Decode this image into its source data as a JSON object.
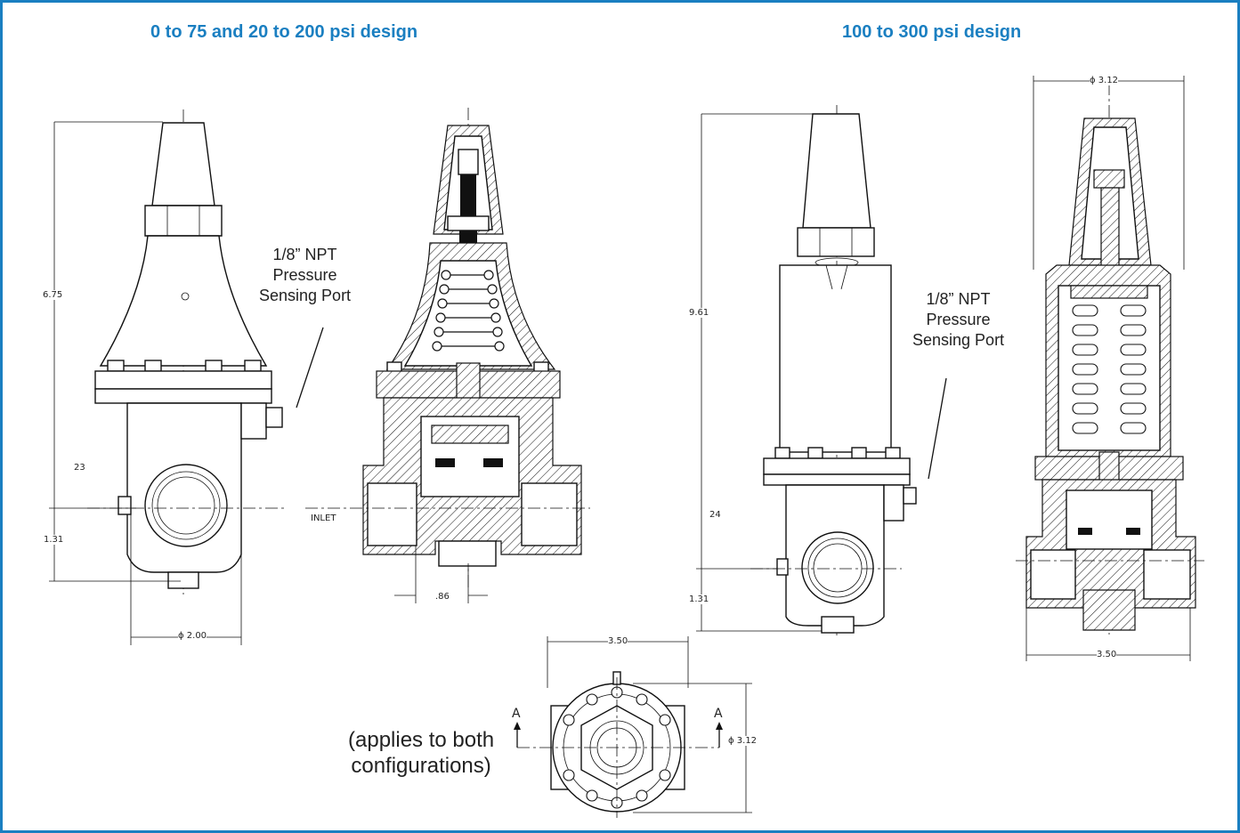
{
  "headings": {
    "left": "0 to 75 and 20 to 200 psi design",
    "right": "100 to 300 psi design"
  },
  "callouts": {
    "left_port": [
      "1/8” NPT",
      "Pressure",
      "Sensing Port"
    ],
    "right_port": [
      "1/8” NPT",
      "Pressure",
      "Sensing Port"
    ],
    "applies": [
      "(applies to both",
      "configurations)"
    ]
  },
  "dimensions": {
    "left_height": "6.75",
    "left_23": "23",
    "left_base": "1.31",
    "left_dia": "ϕ 2.00",
    "inlet": "INLET",
    "left_offset": ".86",
    "right_height": "9.61",
    "right_24": "24",
    "right_base": "1.31",
    "right_top_dia": "ϕ 3.12",
    "right_width": "3.50",
    "bottom_width": "3.50",
    "bottom_dia": "ϕ 3.12",
    "section_a1": "A",
    "section_a2": "A"
  },
  "colors": {
    "accent": "#1a7fc1",
    "line": "#111111"
  }
}
